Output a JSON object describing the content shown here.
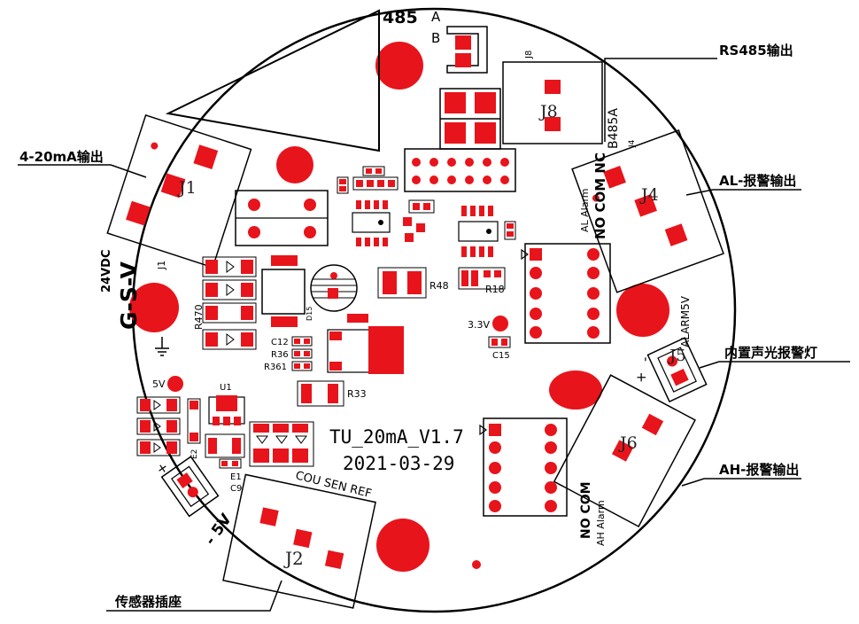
{
  "callouts": {
    "rs485": "RS485输出",
    "out_420": "4-20mA输出",
    "al_alarm": "AL-报警输出",
    "buzzer_light": "内置声光报警灯",
    "ah_alarm": "AH-报警输出",
    "sensor_socket": "传感器插座"
  },
  "board": {
    "name": "TU_20mA_V1.7",
    "date": "2021-03-29",
    "rs485_label": "485",
    "pin_a": "A",
    "pin_b": "B",
    "b485a": "B485A",
    "power_24v": "24VDC",
    "gsv": "G-S-V",
    "j1_small": "J1",
    "j8_small": "J8",
    "j4_small": "J4",
    "al_no_com_nc": "NO COM NC",
    "al_alarm_small": "AL Alarm",
    "ah_no_com": "NO COM",
    "ah_alarm_small": "AH Alarm",
    "alarm5v": "ALARM5V",
    "sensor_pins": "COU SEN REF",
    "minus_5v": "- 5V",
    "plus": "+",
    "minus": "-",
    "v33": "3.3V",
    "v5": "5V"
  },
  "connectors": {
    "j1": "J1",
    "j2": "J2",
    "j4": "J4",
    "j5": "J5",
    "j6": "J6",
    "j8": "J8"
  },
  "refs": {
    "r470": "R470",
    "r48": "R48",
    "r18": "R18",
    "c15": "C15",
    "c12": "C12",
    "r36": "R36",
    "r361": "R361",
    "r33": "R33",
    "u1": "U1",
    "e1": "E1",
    "e2": "E2",
    "c9": "C9",
    "d15": "D15"
  },
  "colors": {
    "pad": "#e8141b",
    "outline": "#000000",
    "background": "#ffffff"
  }
}
